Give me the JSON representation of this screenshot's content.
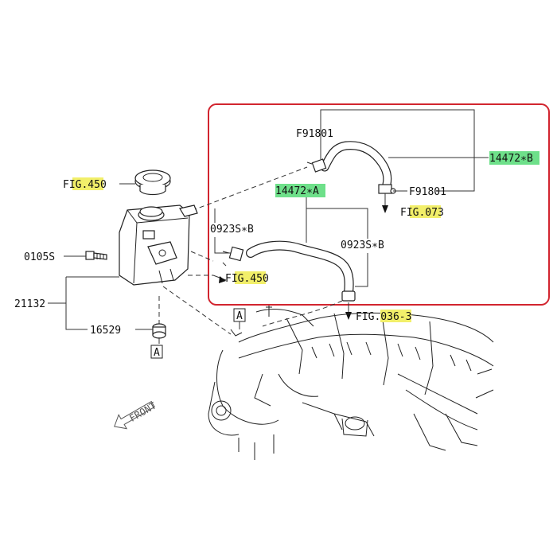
{
  "colors": {
    "highlight_box": "#d2252f",
    "highlight_yellow": "#f2ef6a",
    "highlight_green": "#6ee08a",
    "line": "#333333"
  },
  "labels": {
    "fig450_top": {
      "pre": "F",
      "hl": "IG.45",
      "post": "0"
    },
    "fig450_mid": {
      "pre": "F",
      "hl": "IG.45",
      "post": "0"
    },
    "fig073": {
      "pre": "F",
      "hl": "IG.07",
      "post": "3"
    },
    "fig036": {
      "pre": "FI",
      "hl": "G.036",
      "post": "-3"
    },
    "hose_b": "14472∗B",
    "hose_a": "14472∗A",
    "clamp_f_top": "F91801",
    "clamp_f_right": "F91801",
    "clip_left": "0923S∗B",
    "clip_right": "0923S∗B",
    "bolt": "0105S",
    "tank": "21132",
    "grommet": "16529",
    "marker_a1": "A",
    "marker_a2": "A",
    "front": "FRONT"
  }
}
